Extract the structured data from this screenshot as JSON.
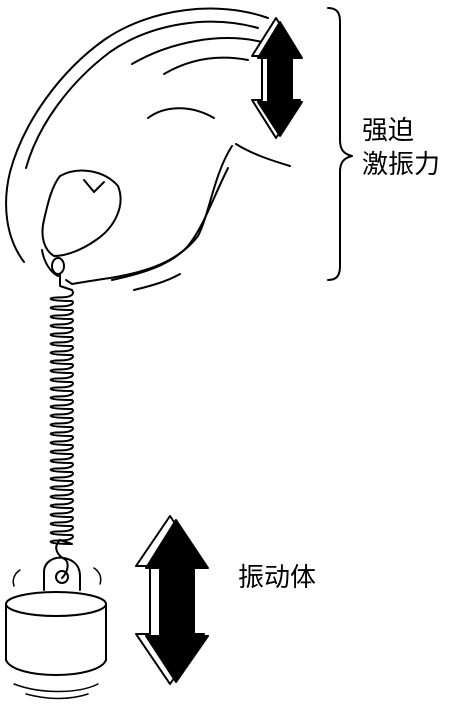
{
  "labels": {
    "forced_force_line1": "强迫",
    "forced_force_line2": "激振力",
    "vibrating_body": "振动体"
  },
  "colors": {
    "ink": "#000000",
    "paper": "#ffffff"
  },
  "icons": {
    "upper_arrow": "double-headed-vertical-arrow",
    "lower_arrow": "double-headed-vertical-arrow",
    "bracket": "right-curly-brace"
  }
}
